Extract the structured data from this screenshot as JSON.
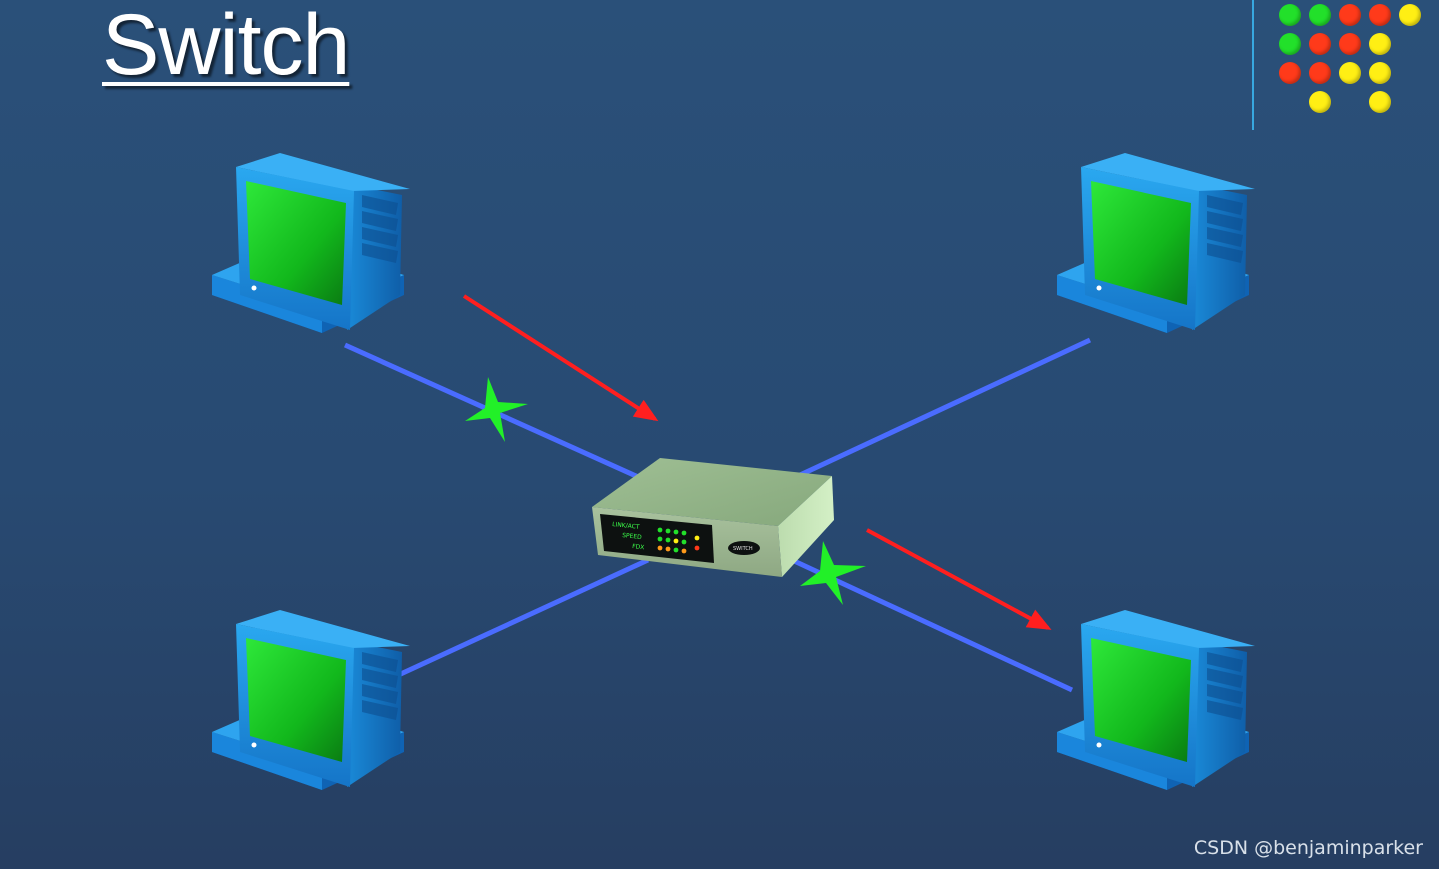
{
  "slide": {
    "title": "Switch"
  },
  "switch_device": {
    "panel_labels": [
      "LINK/ACT",
      "SPEED",
      "FDX"
    ],
    "badge": "SWITCH"
  },
  "decor_dots": [
    [
      "green",
      "green",
      "red",
      "red",
      "yellow"
    ],
    [
      "green",
      "red",
      "red",
      "yellow"
    ],
    [
      "red",
      "red",
      "yellow",
      "yellow"
    ],
    [
      "yellow",
      "yellow"
    ]
  ],
  "colors": {
    "green": "#22e02a",
    "red": "#ff3a1a",
    "yellow": "#ffef14",
    "cable": "#4a6cff",
    "arrow": "#ff1f1f",
    "star": "#22f028"
  },
  "watermark": "CSDN @benjaminparker"
}
